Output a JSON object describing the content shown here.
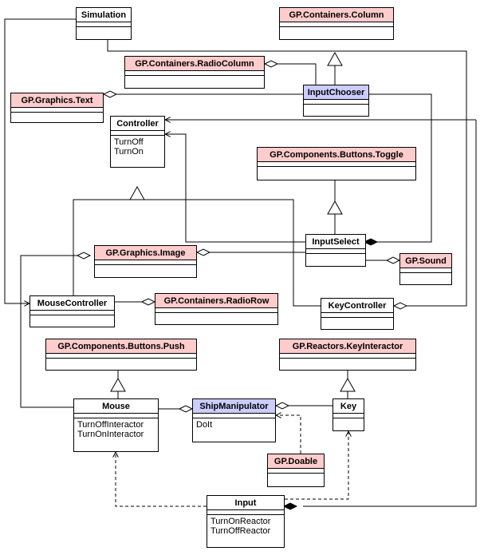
{
  "classes": {
    "simulation": {
      "name": "Simulation",
      "ops": []
    },
    "gp_column": {
      "name": "GP.Containers.Column",
      "ops": []
    },
    "gp_radiocolumn": {
      "name": "GP.Containers.RadioColumn",
      "ops": []
    },
    "gp_text": {
      "name": "GP.Graphics.Text",
      "ops": []
    },
    "inputchooser": {
      "name": "InputChooser",
      "ops": []
    },
    "controller": {
      "name": "Controller",
      "ops": [
        "TurnOff",
        "TurnOn"
      ]
    },
    "gp_toggle": {
      "name": "GP.Components.Buttons.Toggle",
      "ops": []
    },
    "gp_image": {
      "name": "GP.Graphics.Image",
      "ops": []
    },
    "inputselect": {
      "name": "InputSelect",
      "ops": []
    },
    "gp_sound": {
      "name": "GP.Sound",
      "ops": []
    },
    "mousecontroller": {
      "name": "MouseController",
      "ops": []
    },
    "gp_radiorow": {
      "name": "GP.Containers.RadioRow",
      "ops": []
    },
    "keycontroller": {
      "name": "KeyController",
      "ops": []
    },
    "gp_push": {
      "name": "GP.Components.Buttons.Push",
      "ops": []
    },
    "gp_keyinteractor": {
      "name": "GP.Reactors.KeyInteractor",
      "ops": []
    },
    "mouse": {
      "name": "Mouse",
      "ops": [
        "TurnOffInteractor",
        "TurnOnInteractor"
      ]
    },
    "shipmanipulator": {
      "name": "ShipManipulator",
      "ops": [
        "DoIt"
      ]
    },
    "key": {
      "name": "Key",
      "ops": []
    },
    "gp_doable": {
      "name": "GP.Doable",
      "ops": []
    },
    "input": {
      "name": "Input",
      "ops": [
        "TurnOnReactor",
        "TurnOffReactor"
      ]
    }
  },
  "colors": {
    "library": "#ffcccc",
    "focus": "#ccccff",
    "plain": "#ffffff",
    "line": "#000000"
  }
}
